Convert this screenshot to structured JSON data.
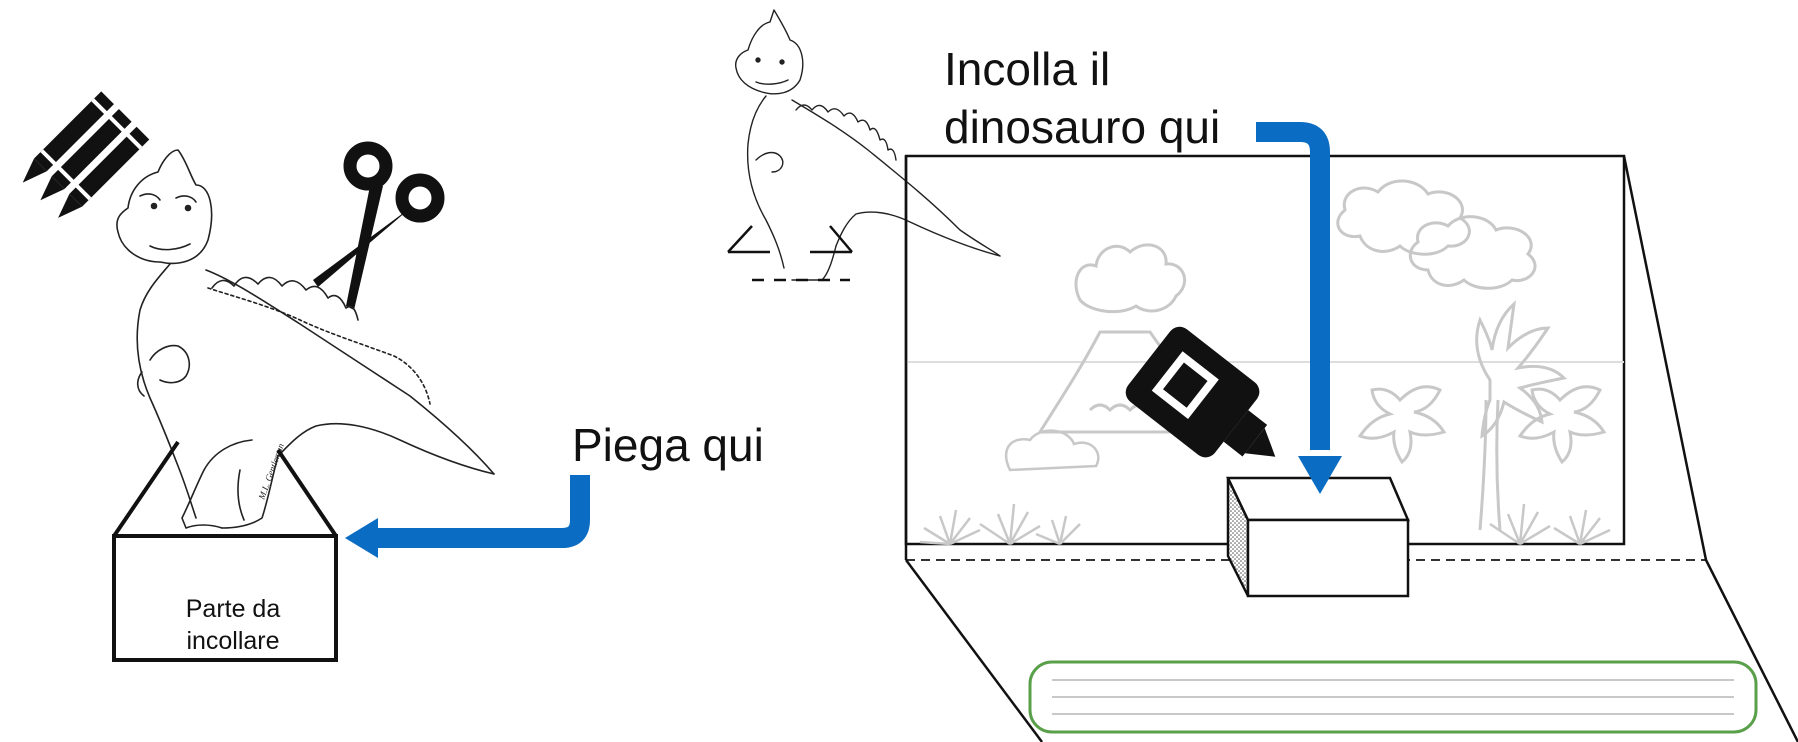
{
  "left_panel": {
    "tab_label": "Parte da\nincollare",
    "fold_label": "Piega qui",
    "signature": "M.L. Gentleman"
  },
  "right_panel": {
    "paste_label": "Incolla il\ndinosauro qui"
  },
  "icons": [
    "pencils-icon",
    "scissors-icon",
    "glue-bottle-icon",
    "dinosaur-illustration",
    "volcano-illustration",
    "cloud-illustration",
    "palm-tree-illustration",
    "fern-bush-illustration"
  ],
  "colors": {
    "arrow": "#0a6cc2",
    "outline": "#111111",
    "background_art": "#c8c8c8",
    "writing_box": "#5aa04a"
  }
}
